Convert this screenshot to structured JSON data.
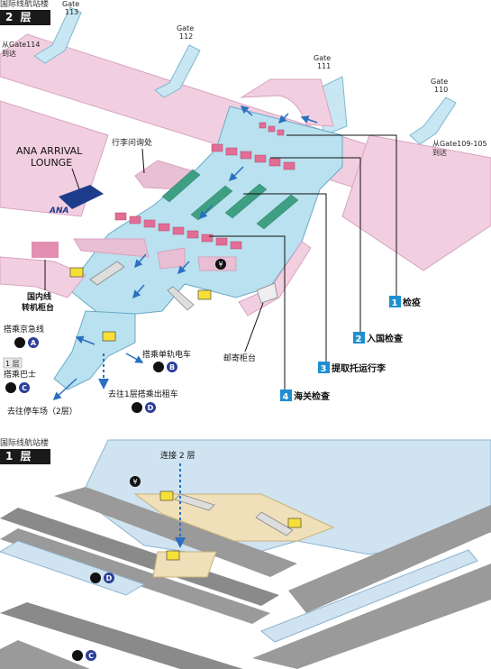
{
  "floor2": {
    "building_caption": "国际线航站楼",
    "floor_label": "2 层",
    "gates": [
      {
        "gate": "Gate",
        "num": "113"
      },
      {
        "gate": "Gate",
        "num": "112"
      },
      {
        "gate": "Gate",
        "num": "111"
      },
      {
        "gate": "Gate",
        "num": "110"
      }
    ],
    "from_gate114": [
      "从Gate114",
      "到达"
    ],
    "from_gate109": [
      "从Gate109-105",
      "到达"
    ],
    "ana_lounge": [
      "ANA ARRIVAL",
      "LOUNGE"
    ],
    "ana_logo": "ANA",
    "baggage_inquiry": "行李问询处",
    "domestic_transfer": [
      "国内线",
      "转机柜台"
    ],
    "keikyu": "搭乘京急线",
    "badge_a": "A",
    "floor1_small": "1 层",
    "bus": "搭乘巴士",
    "badge_c": "C",
    "parking": "去往停车场（2层）",
    "monorail": "搭乘单轨电车",
    "badge_b": "B",
    "taxi": "去往1层搭乘出租车",
    "badge_d": "D",
    "postal": "邮寄柜台",
    "steps": [
      {
        "num": "1",
        "label": "检疫"
      },
      {
        "num": "2",
        "label": "入国检查"
      },
      {
        "num": "3",
        "label": "提取托运行李"
      },
      {
        "num": "4",
        "label": "海关检查"
      }
    ]
  },
  "floor1": {
    "building_caption": "国际线航站楼",
    "floor_label": "1 层",
    "connect": "连接 2 层",
    "badge_d": "D",
    "badge_c": "C"
  },
  "colors": {
    "pink": "#f2cfe0",
    "blue": "#b9e1ef",
    "step_blue": "#1e8fd0",
    "badge_navy": "#2c3e9a",
    "road": "#8a8a8a"
  }
}
